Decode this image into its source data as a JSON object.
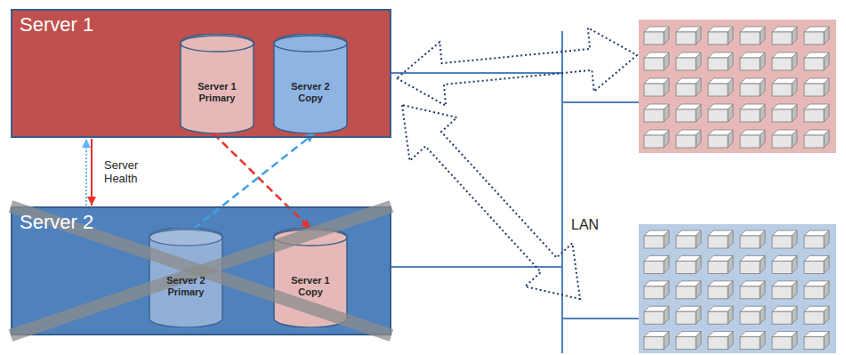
{
  "diagram": {
    "nodes": [
      {
        "text": [
          "Server 1"
        ]
      },
      {
        "text": [
          "Server 1 Primary"
        ],
        "in": 0
      },
      {
        "text": [
          "Server 2 Copy"
        ],
        "in": 0
      },
      {
        "text": [
          "Server 2"
        ]
      },
      {
        "text": [
          "Server 2 Primary"
        ],
        "in": 3
      },
      {
        "text": [
          "Server 1 Copy"
        ],
        "in": 3
      }
    ],
    "edges": [
      {
        "from": 1,
        "to": 5,
        "arrow": "to"
      },
      {
        "from": 4,
        "to": 2,
        "arrow": "to"
      },
      {
        "from": 0,
        "to": 3,
        "arrow": "to",
        "label": "Server Health"
      },
      {
        "from": 3,
        "to": 0,
        "arrow": "to"
      }
    ],
    "labels": [
      "LAN"
    ]
  }
}
